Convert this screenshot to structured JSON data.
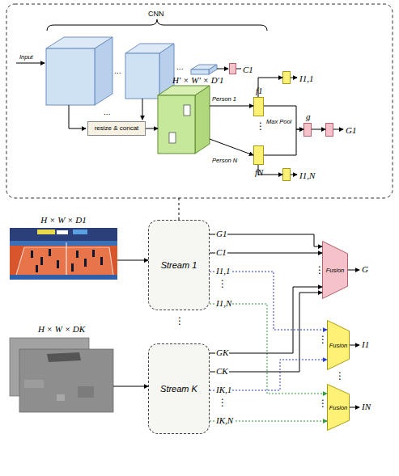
{
  "diagram": {
    "nodes": [
      {
        "text": [
          "C1"
        ]
      },
      {
        "text": [
          "resize & concat"
        ]
      },
      {
        "text": [
          "H' × W' × D'1"
        ]
      },
      {
        "text": [
          "f1"
        ]
      },
      {
        "text": [
          "I1,1"
        ]
      },
      {
        "text": [
          "g"
        ]
      },
      {
        "text": [
          "G1"
        ]
      },
      {
        "text": [
          "fN"
        ]
      },
      {
        "text": [
          "I1,N"
        ]
      },
      {
        "text": [
          "H × W × D1"
        ]
      },
      {
        "text": [
          "Stream 1"
        ]
      },
      {
        "text": [
          "H × W × DK"
        ]
      },
      {
        "text": [
          "Stream K"
        ]
      },
      {
        "text": [
          "Fusion"
        ]
      },
      {
        "text": [
          "Fusion"
        ]
      },
      {
        "text": [
          "Fusion"
        ]
      }
    ],
    "edges": [
      {
        "from": 1,
        "to": 2,
        "arrow": "to"
      },
      {
        "from": 2,
        "to": 3,
        "label": "Person 1",
        "arrow": "to"
      },
      {
        "from": 2,
        "to": 7,
        "label": "Person N",
        "arrow": "to"
      },
      {
        "from": 3,
        "to": 4,
        "arrow": "to"
      },
      {
        "from": 3,
        "to": 5,
        "label": "Max Pool",
        "arrow": "to"
      },
      {
        "from": 7,
        "to": 8,
        "arrow": "to"
      },
      {
        "from": 7,
        "to": 5,
        "arrow": "to"
      },
      {
        "from": 5,
        "to": 6,
        "arrow": "to"
      },
      {
        "from": 9,
        "to": 10,
        "arrow": "to"
      },
      {
        "from": 11,
        "to": 12,
        "arrow": "to"
      },
      {
        "from": 10,
        "to": 13,
        "label": "G1",
        "arrow": "to"
      },
      {
        "from": 10,
        "to": 13,
        "label": "C1",
        "arrow": "to"
      },
      {
        "from": 10,
        "to": 14,
        "label": "I1,1",
        "arrow": "to"
      },
      {
        "from": 10,
        "to": 15,
        "label": "I1,N",
        "arrow": "to"
      },
      {
        "from": 12,
        "to": 13,
        "label": "GK",
        "arrow": "to"
      },
      {
        "from": 12,
        "to": 13,
        "label": "CK",
        "arrow": "to"
      },
      {
        "from": 12,
        "to": 14,
        "label": "IK,1",
        "arrow": "to"
      },
      {
        "from": 12,
        "to": 15,
        "label": "IK,N",
        "arrow": "to"
      }
    ],
    "labels": [
      "CNN",
      "Input",
      "...",
      "...",
      "...",
      "⋮",
      "⋮",
      "⋮",
      "⋮",
      "⋮",
      "⋮",
      "⋮",
      "⋮",
      "G",
      "I1",
      "IN"
    ]
  }
}
